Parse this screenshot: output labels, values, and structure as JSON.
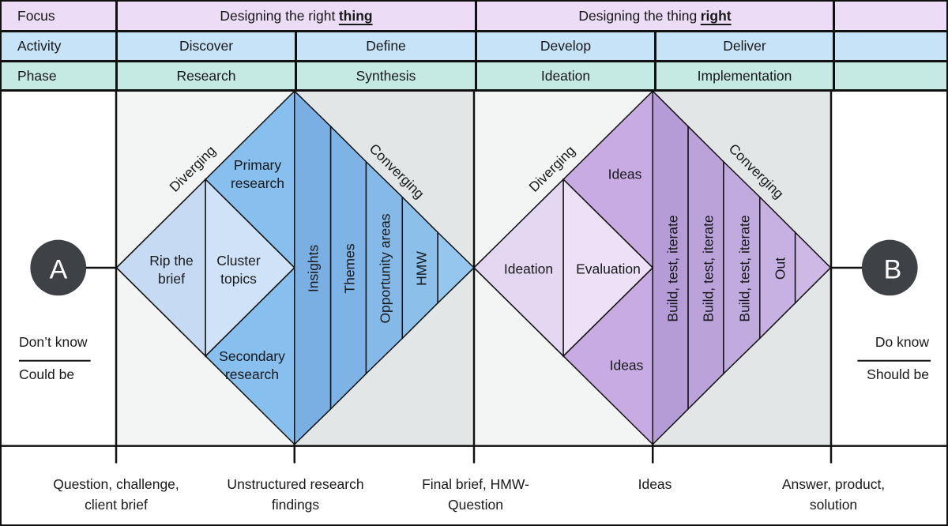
{
  "colors": {
    "focus_row_bg": "#ecdcf6",
    "activity_row_bg": "#c7e3f8",
    "phase_row_bg": "#c5e9e3",
    "col_light": "#f3f5f4",
    "col_dark": "#e3e6e6",
    "circle_bg": "#3e4145",
    "line": "#111111",
    "blue": {
      "inner_left": "#c6dbf3",
      "inner_right": "#d0e2f7",
      "research": "#87bfee",
      "stripe_1": "#79afe2",
      "stripe_2": "#7eb4e5",
      "stripe_3": "#85bae8",
      "stripe_4": "#8cc0eb",
      "tip": "#94c6ee"
    },
    "purple": {
      "inner_left": "#e4d7f2",
      "inner_right": "#ece1f7",
      "ideas": "#c9abe3",
      "stripe_1": "#b59cd6",
      "stripe_2": "#bba3da",
      "stripe_3": "#c1aade",
      "stripe_4": "#c7b1e2",
      "tip": "#cdb8e6"
    }
  },
  "table": {
    "row_labels": [
      "Focus",
      "Activity",
      "Phase"
    ],
    "focus": {
      "left_pre": "Designing the right",
      "left_em": "thing",
      "right_pre": "Designing the thing",
      "right_em": "right"
    },
    "activity": [
      "Discover",
      "Define",
      "Develop",
      "Deliver"
    ],
    "phase": [
      "Research",
      "Synthesis",
      "Ideation",
      "Implementation"
    ]
  },
  "left_diamond": {
    "diverging": "Diverging",
    "converging": "Converging",
    "upper": "Primary\nresearch",
    "lower": "Secondary\nresearch",
    "inner_left": "Rip the\nbrief",
    "inner_right": "Cluster\ntopics",
    "stripes": [
      "Insights",
      "Themes",
      "Opportunity areas",
      "HMW"
    ]
  },
  "right_diamond": {
    "diverging": "Diverging",
    "converging": "Converging",
    "upper": "Ideas",
    "lower": "Ideas",
    "inner_left": "Ideation",
    "inner_right": "Evaluation",
    "stripes": [
      "Build, test, iterate",
      "Build, test, iterate",
      "Build, test, iterate",
      "Out"
    ]
  },
  "endpoints": {
    "a": "A",
    "b": "B",
    "left_top": "Don’t know",
    "left_bottom": "Could be",
    "right_top": "Do know",
    "right_bottom": "Should be"
  },
  "milestones": [
    "Question, challenge,\nclient brief",
    "Unstructured research\nfindings",
    "Final brief, HMW-\nQuestion",
    "Ideas",
    "Answer, product,\nsolution"
  ]
}
